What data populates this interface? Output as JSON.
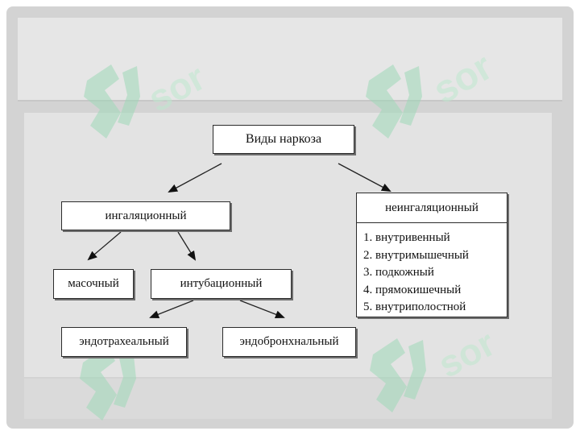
{
  "diagram": {
    "title_box": "Виды наркоза",
    "inhalation": {
      "label": "ингаляционный",
      "children": [
        "масочный",
        "интубационный"
      ],
      "intubation_children": [
        "эндотрахеальный",
        "эндобронхнальный"
      ]
    },
    "noninhalation": {
      "label": "неингаляционный",
      "items": [
        "1. внутривенный",
        "2. внутримышечный",
        "3. подкожный",
        "4. прямокишечный",
        "5. внутриполостной"
      ]
    }
  },
  "watermark": {
    "text": "sor",
    "icon": "cross-logo-icon",
    "color": "#9fd9b8"
  },
  "colors": {
    "frame": "#d3d3d3",
    "panel": "#e3e3e3",
    "box_border": "#2b2b2b"
  }
}
